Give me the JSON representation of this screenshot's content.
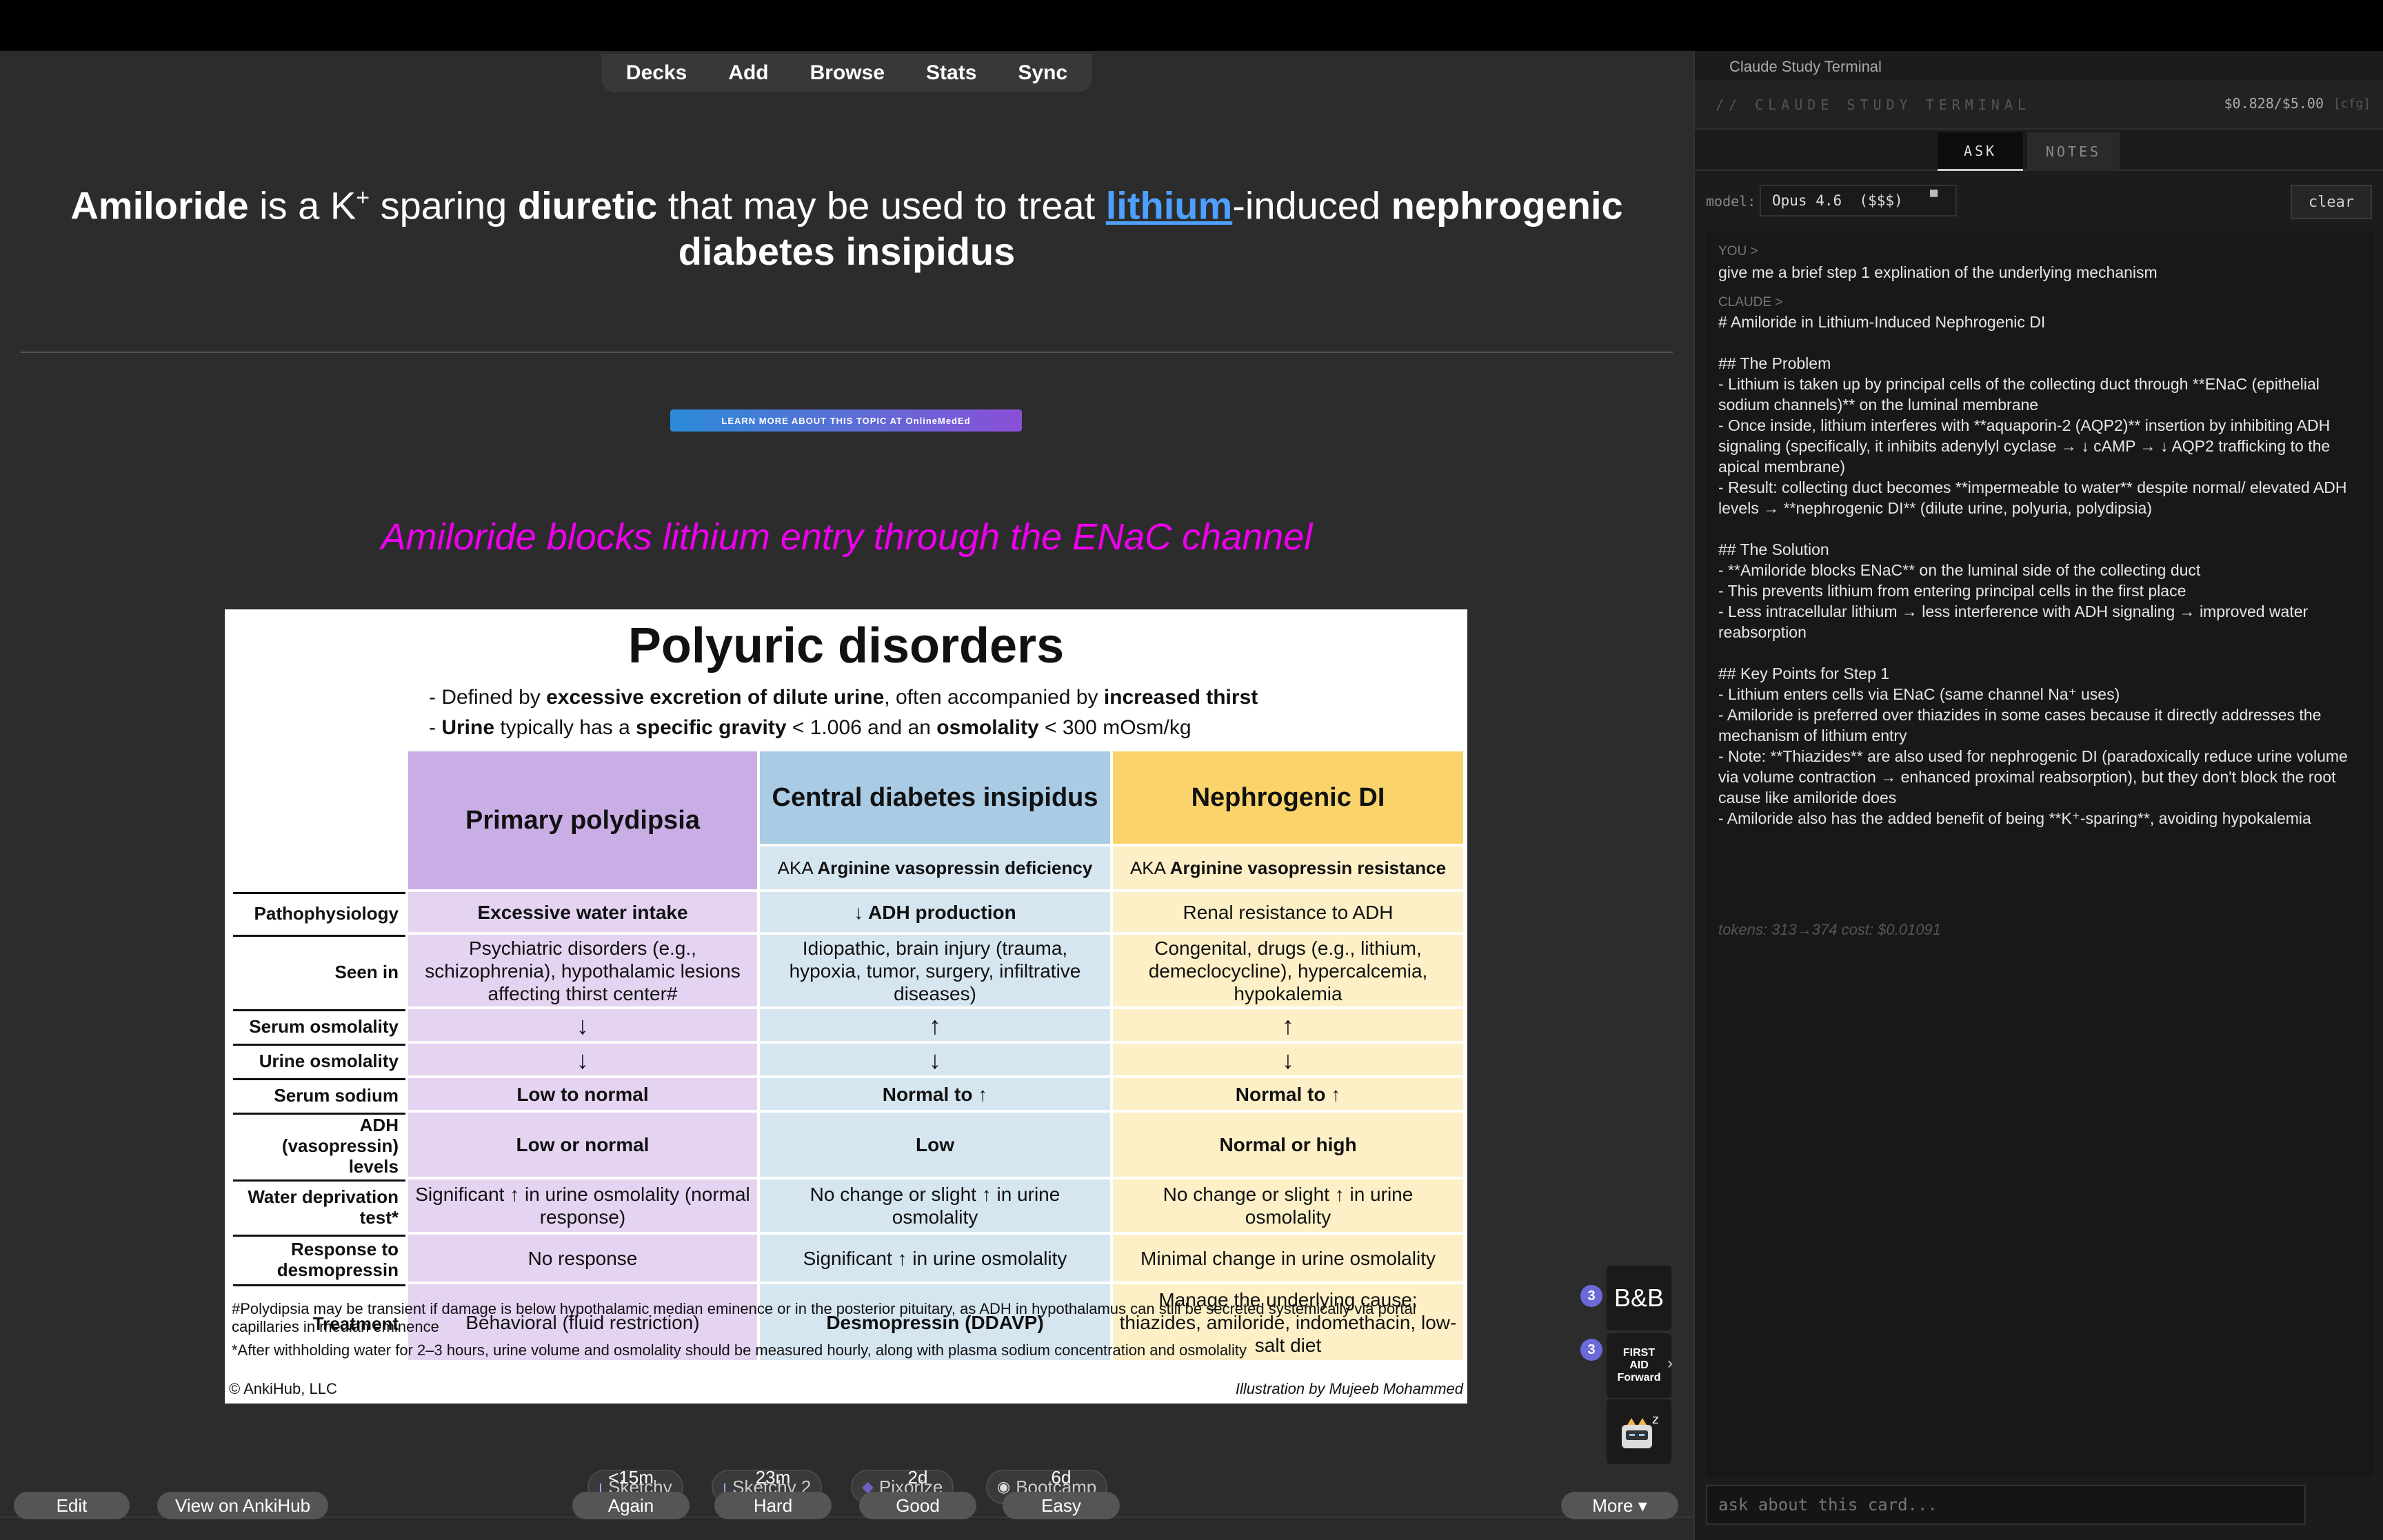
{
  "anki": {
    "nav": [
      "Decks",
      "Add",
      "Browse",
      "Stats",
      "Sync"
    ],
    "front": {
      "p1": "Amiloride",
      "p2": " is a K",
      "p2sup": "+",
      "p3": " sparing ",
      "p4": "diuretic",
      "p5": " that may be used to treat ",
      "link": "lithium",
      "p6": "-induced ",
      "p7": "nephrogenic diabetes insipidus"
    },
    "banner": "LEARN MORE ABOUT THIS TOPIC AT OnlineMedEd",
    "extra": "Amiloride blocks lithium entry through the ENaC channel",
    "image": {
      "title": "Polyuric disorders",
      "bullet1": {
        "a": "Defined by ",
        "b": "excessive excretion of dilute urine",
        "c": ", often accompanied by ",
        "d": "increased thirst"
      },
      "bullet2": {
        "a": "Urine",
        "b": " typically has a ",
        "c": "specific gravity",
        "d": " < 1.006 and an ",
        "e": "osmolality",
        "f": " < 300 mOsm/kg"
      },
      "headers": [
        "Primary polydipsia",
        "Central diabetes insipidus",
        "Nephrogenic DI"
      ],
      "subheaders": [
        {
          "pre": "AKA ",
          "bold": "Arginine vasopressin deficiency"
        },
        {
          "pre": "AKA ",
          "bold": "Arginine vasopressin resistance"
        }
      ],
      "rows": [
        {
          "label": "Pathophysiology",
          "c1": "Excessive water intake",
          "c2": "↓ ADH production",
          "c3": "Renal resistance to ADH"
        },
        {
          "label": "Seen in",
          "c1": "Psychiatric disorders (e.g., schizophrenia), hypothalamic lesions affecting thirst center#",
          "c2": "Idiopathic, brain injury (trauma, hypoxia, tumor, surgery, infiltrative diseases)",
          "c3": "Congenital, drugs (e.g., lithium, demeclocycline), hypercalcemia, hypokalemia"
        },
        {
          "label": "Serum osmolality",
          "c1": "↓",
          "c2": "↑",
          "c3": "↑"
        },
        {
          "label": "Urine osmolality",
          "c1": "↓",
          "c2": "↓",
          "c3": "↓"
        },
        {
          "label": "Serum sodium",
          "c1": "Low to normal",
          "c2": "Normal to ↑",
          "c3": "Normal to ↑"
        },
        {
          "label": "ADH (vasopressin) levels",
          "c1": "Low or normal",
          "c2": "Low",
          "c3": "Normal or high"
        },
        {
          "label": "Water deprivation test*",
          "c1": "Significant ↑ in urine osmolality (normal response)",
          "c2": "No change or slight ↑ in urine osmolality",
          "c3": "No change or slight ↑ in urine osmolality"
        },
        {
          "label": "Response to desmopressin",
          "c1": "No response",
          "c2": "Significant ↑ in urine osmolality",
          "c3": "Minimal change in urine osmolality"
        },
        {
          "label": "Treatment",
          "c1": "Behavioral (fluid restriction)",
          "c2": "Desmopressin (DDAVP)",
          "c3": "Manage the underlying cause; thiazides, amiloride, indomethacin, low-salt diet"
        }
      ],
      "footnote1": "#Polydipsia may be transient if damage is below hypothalamic median eminence or in the posterior pituitary, as ADH in hypothalamus can still be secreted systemically via portal capillaries in median eminence",
      "footnote2": "*After withholding water for 2–3 hours, urine volume and osmolality should be measured hourly, along with plasma sodium concentration and osmolality",
      "copyright": "© AnkiHub, LLC",
      "illustration": "Illustration by Mujeeb Mohammed"
    },
    "addons": [
      {
        "badge": "3",
        "label": "B&B"
      },
      {
        "badge": "3",
        "label": "FIRST AID Forward"
      }
    ],
    "resources": [
      "Sketchy",
      "Sketchy 2",
      "Pixorize",
      "Bootcamp"
    ],
    "bottom": {
      "edit": "Edit",
      "view": "View on AnkiHub",
      "more": "More ▾",
      "ease": [
        {
          "time": "<15m",
          "label": "Again"
        },
        {
          "time": "23m",
          "label": "Hard"
        },
        {
          "time": "2d",
          "label": "Good"
        },
        {
          "time": "6d",
          "label": "Easy"
        }
      ]
    }
  },
  "terminal": {
    "window_title": "Claude Study Terminal",
    "header": "// CLAUDE STUDY TERMINAL",
    "cost": "$0.828/$5.00",
    "cfg": "[cfg]",
    "tabs": {
      "ask": "ASK",
      "notes": "NOTES"
    },
    "model_label": "model:",
    "model_value": "Opus 4.6  ($$$)",
    "clear": "clear",
    "you_label": "YOU >",
    "you_text": "give me a brief step 1 explination of the underlying mechanism",
    "claude_label": "CLAUDE >",
    "claude_text": "# Amiloride in Lithium-Induced Nephrogenic DI\n\n## The Problem\n- Lithium is taken up by principal cells of the collecting duct through **ENaC (epithelial sodium channels)** on the luminal membrane\n- Once inside, lithium interferes with **aquaporin-2 (AQP2)** insertion by inhibiting ADH signaling (specifically, it inhibits adenylyl cyclase → ↓ cAMP → ↓ AQP2 trafficking to the apical membrane)\n- Result: collecting duct becomes **impermeable to water** despite normal/ elevated ADH levels → **nephrogenic DI** (dilute urine, polyuria, polydipsia)\n\n## The Solution\n- **Amiloride blocks ENaC** on the luminal side of the collecting duct\n- This prevents lithium from entering principal cells in the first place\n- Less intracellular lithium → less interference with ADH signaling → improved water reabsorption\n\n## Key Points for Step 1\n- Lithium enters cells via ENaC (same channel Na⁺ uses)\n- Amiloride is preferred over thiazides in some cases because it directly addresses the mechanism of lithium entry\n- Note: **Thiazides** are also used for nephrogenic DI (paradoxically reduce urine volume via volume contraction → enhanced proximal reabsorption), but they don't block the root cause like amiloride does\n- Amiloride also has the added benefit of being **K⁺-sparing**, avoiding hypokalemia",
    "tokens": "tokens: 313→374 cost: $0.01091",
    "input_placeholder": "ask about this card...",
    "send": ">>>"
  }
}
